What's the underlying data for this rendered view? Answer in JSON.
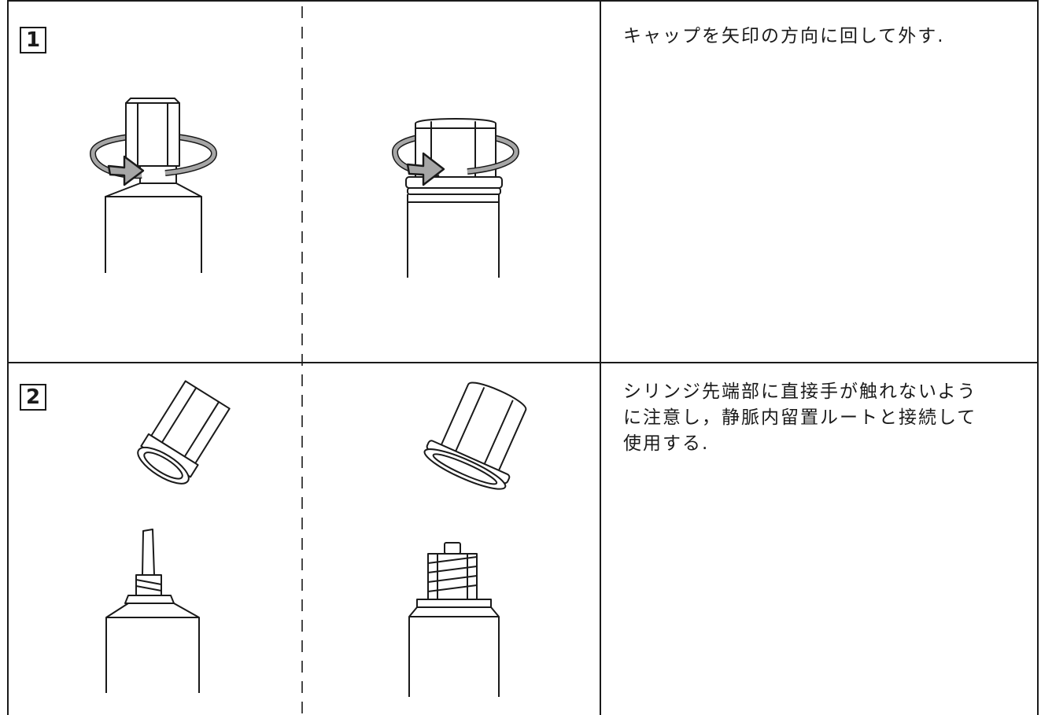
{
  "steps": [
    {
      "number": "1",
      "instruction": "キャップを矢印の方向に回して外す."
    },
    {
      "number": "2",
      "instruction_lines": [
        "シリンジ先端部に直接手が触れないよう",
        "に注意し，静脈内留置ルートと接続して",
        "使用する."
      ]
    }
  ],
  "colors": {
    "line": "#1a1a1a",
    "arrow_fill": "#a6a6a6",
    "background": "#ffffff"
  }
}
